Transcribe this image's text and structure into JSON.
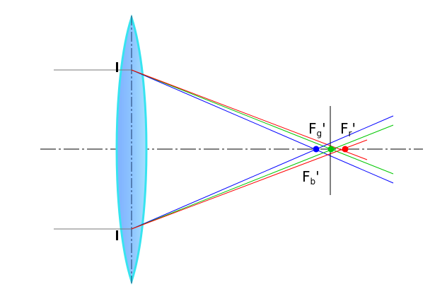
{
  "labels": {
    "green_focus": {
      "main": "F",
      "sub": "g",
      "prime": "'"
    },
    "red_focus": {
      "main": "F",
      "sub": "r",
      "prime": "'"
    },
    "blue_focus": {
      "main": "F",
      "sub": "b",
      "prime": "'"
    }
  },
  "colors": {
    "background": "#ffffff",
    "lens_fill_center": "#6fa8ff",
    "lens_fill_edge": "#9fd8ff",
    "lens_outline": "#37e4f0",
    "axis": "#000000",
    "ray_red": "#ff0000",
    "ray_green": "#00c800",
    "ray_blue": "#0000ff",
    "stop": "#000000"
  }
}
